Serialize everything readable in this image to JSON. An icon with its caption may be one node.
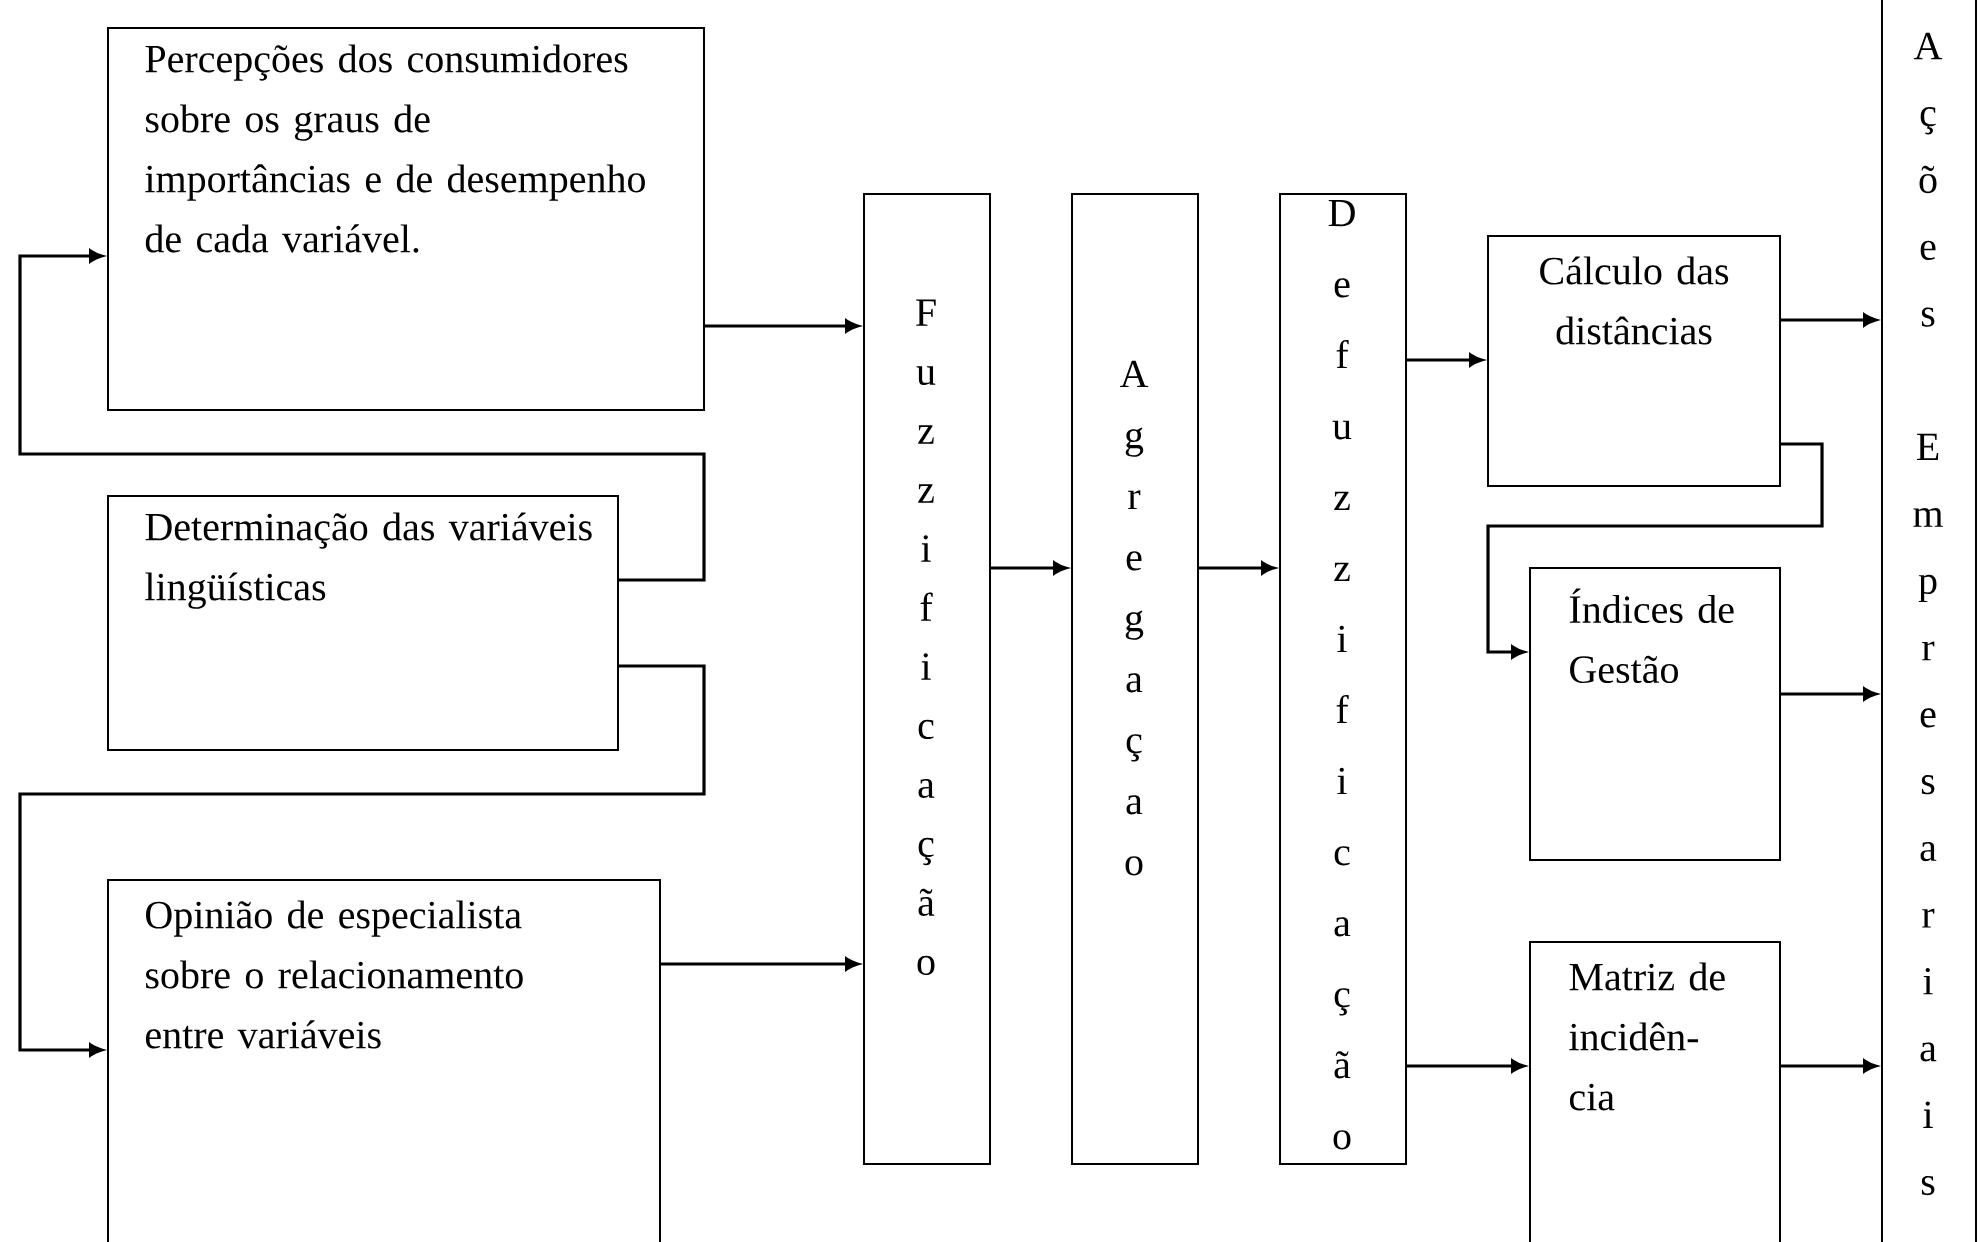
{
  "diagram": {
    "nodes": [
      {
        "text": [
          "Percepções dos consumidores sobre os graus de importâncias e de desempenho de cada variável."
        ]
      },
      {
        "text": [
          "Determinação das variáveis lingüísticas"
        ]
      },
      {
        "text": [
          "Opinião de especialista sobre o relacionamento entre variáveis"
        ]
      },
      {
        "text": [
          "Fuzzificação"
        ]
      },
      {
        "text": [
          "Agregaçao"
        ]
      },
      {
        "text": [
          "Defuzzificação"
        ]
      },
      {
        "text": [
          "Cálculo das distâncias"
        ]
      },
      {
        "text": [
          "Índices de Gestão"
        ]
      },
      {
        "text": [
          "Matriz de incidên- cia"
        ]
      },
      {
        "text": [
          "Ações Empresariais"
        ]
      }
    ],
    "edges": [
      {
        "from": 1,
        "to": 0,
        "arrow": "to"
      },
      {
        "from": 1,
        "to": 2,
        "arrow": "to"
      },
      {
        "from": 0,
        "to": 3,
        "arrow": "to"
      },
      {
        "from": 2,
        "to": 3,
        "arrow": "to"
      },
      {
        "from": 3,
        "to": 4,
        "arrow": "to"
      },
      {
        "from": 4,
        "to": 5,
        "arrow": "to"
      },
      {
        "from": 5,
        "to": 6,
        "arrow": "to"
      },
      {
        "from": 6,
        "to": 7,
        "arrow": "to"
      },
      {
        "from": 5,
        "to": 8,
        "arrow": "to"
      },
      {
        "from": 6,
        "to": 9,
        "arrow": "to"
      },
      {
        "from": 7,
        "to": 9,
        "arrow": "to"
      },
      {
        "from": 8,
        "to": 9,
        "arrow": "to"
      }
    ]
  }
}
